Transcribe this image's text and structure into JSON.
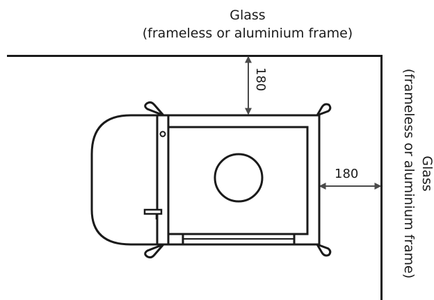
{
  "top_wall_label": {
    "line1": "Glass",
    "line2": "(frameless or aluminium frame)"
  },
  "right_wall_label": {
    "line1": "Glass",
    "line2": "(frameless or aluminium frame)"
  },
  "clearance_top": "180",
  "clearance_right": "180",
  "colors": {
    "line": "#1a1a1a",
    "background": "#ffffff"
  }
}
